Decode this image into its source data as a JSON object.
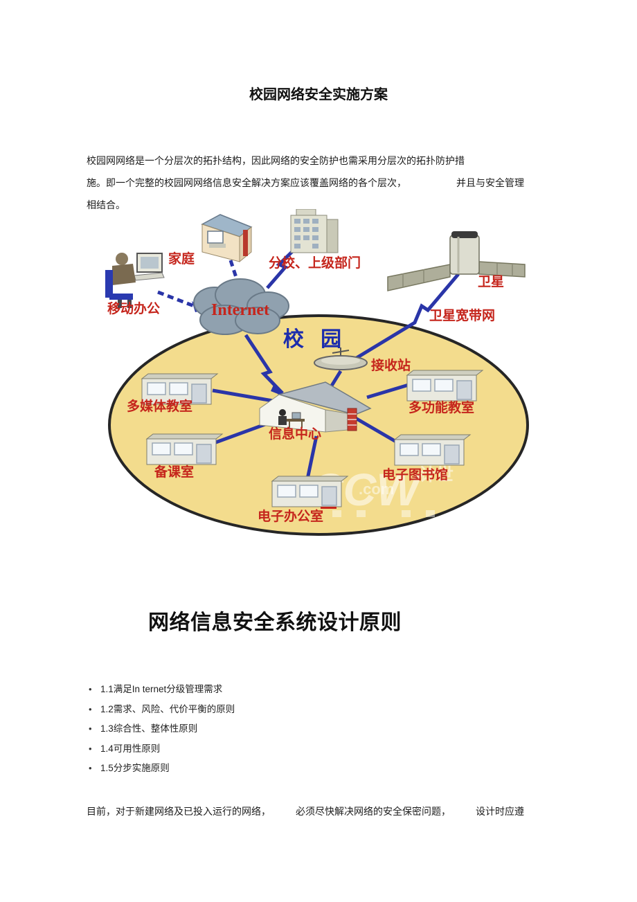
{
  "page": {
    "title": "校园网络安全实施方案"
  },
  "intro": {
    "line1": "校园网网络是一个分层次的拓扑结构，因此网络的安全防护也需采用分层次的拓扑防护措",
    "line2_left": "施。即一个完整的校园网网络信息安全解决方案应该覆盖网络的各个层次，",
    "line2_right": "并且与安全管理",
    "line3": "相结合。"
  },
  "diagram": {
    "campus_label": "校 园",
    "internet_label": "Internet",
    "nodes": {
      "mobile_office": "移动办公",
      "home": "家庭",
      "branch": "分校、上级部门",
      "satellite": "卫星",
      "satellite_network": "卫星宽带网",
      "receiver": "接收站",
      "multimedia_room": "多媒体教室",
      "multifunction_room": "多功能教室",
      "info_center": "信息中心",
      "prep_room": "备课室",
      "e_library": "电子图书馆",
      "e_office": "电子办公室"
    },
    "watermark": {
      "main": "CCW",
      "suffix": ".com",
      "cn": "计世"
    },
    "colors": {
      "label_red": "#c5251c",
      "line_blue": "#2a35a8",
      "campus_blue": "#1b2cad",
      "ellipse_yellow": "#f3dc8d",
      "cloud_gray": "#90a1af"
    }
  },
  "section": {
    "heading": "网络信息安全系统设计原则"
  },
  "principles": {
    "bullet": "•",
    "items": [
      "1.1满足In ternet分级管理需求",
      "1.2需求、风险、代价平衡的原则",
      "1.3综合性、整体性原则",
      "1.4可用性原则",
      "1.5分步实施原则"
    ]
  },
  "footer": {
    "seg1": "目前，对于新建网络及已投入运行的网络，",
    "seg2": "必须尽快解决网络的安全保密问题，",
    "seg3": "设计时应遵"
  }
}
